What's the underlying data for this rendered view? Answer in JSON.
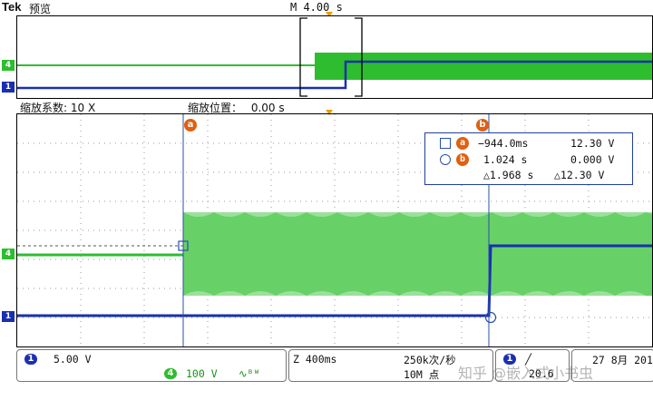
{
  "header": {
    "brand": "Tek",
    "mode": "预览",
    "time_per_div": "M 4.00 s"
  },
  "zoom": {
    "factor_label": "缩放系数: 10 X",
    "position_label": "缩放位置：",
    "position_value": "0.00 s"
  },
  "markers": {
    "a": "a",
    "b": "b"
  },
  "cursor_readout": {
    "a_time": "−944.0ms",
    "a_volt": "12.30 V",
    "b_time": "1.024 s",
    "b_volt": "0.000 V",
    "delta_time": "△1.968 s",
    "delta_volt": "△12.30 V"
  },
  "channels": {
    "ch1": {
      "badge": "1",
      "scale": "5.00 V",
      "color": "#1a2fb0"
    },
    "ch4": {
      "badge": "4",
      "scale": "100 V",
      "color": "#2ebd2e",
      "coupling": "∿ᴮᵂ"
    }
  },
  "horizontal": {
    "scale": "Z 400ms",
    "rate": "250k次/秒",
    "points": "10M 点"
  },
  "trigger": {
    "source": "1",
    "slope": "╱",
    "level": "20.6"
  },
  "datetime": {
    "date": "27 8月 201"
  },
  "watermark": "知乎 @嵌入式小书虫"
}
